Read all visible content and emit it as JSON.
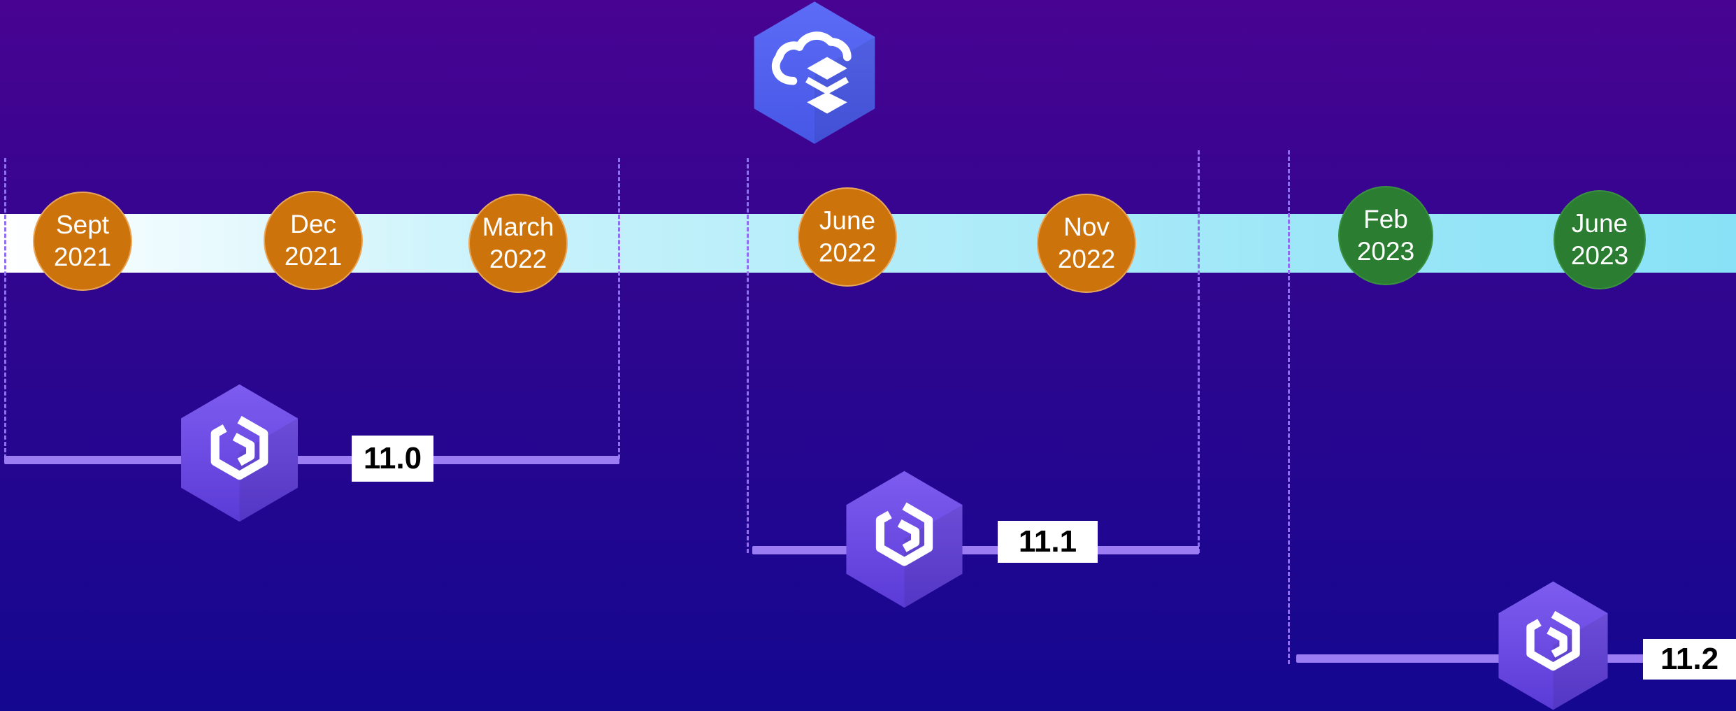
{
  "milestones": [
    {
      "month": "Sept",
      "year": "2021",
      "color": "#cc730b"
    },
    {
      "month": "Dec",
      "year": "2021",
      "color": "#cc730b"
    },
    {
      "month": "March",
      "year": "2022",
      "color": "#cc730b"
    },
    {
      "month": "June",
      "year": "2022",
      "color": "#cc730b"
    },
    {
      "month": "Nov",
      "year": "2022",
      "color": "#cc730b"
    },
    {
      "month": "Feb",
      "year": "2023",
      "color": "#2b7e31"
    },
    {
      "month": "June",
      "year": "2023",
      "color": "#2b7e31"
    }
  ],
  "releases": [
    {
      "version": "11.0",
      "icon": "enterprise-hexagon-icon"
    },
    {
      "version": "11.1",
      "icon": "enterprise-hexagon-icon"
    },
    {
      "version": "11.2",
      "icon": "enterprise-hexagon-icon"
    }
  ],
  "top_icon": "cloud-layers-icon",
  "colors": {
    "background_top": "#480392",
    "background_bottom": "#140790",
    "band_start": "#ffffff",
    "band_end": "#88e1f6",
    "milestone_past": "#cc730b",
    "milestone_future": "#2b7e31",
    "release_line": "#9b7cf2"
  }
}
